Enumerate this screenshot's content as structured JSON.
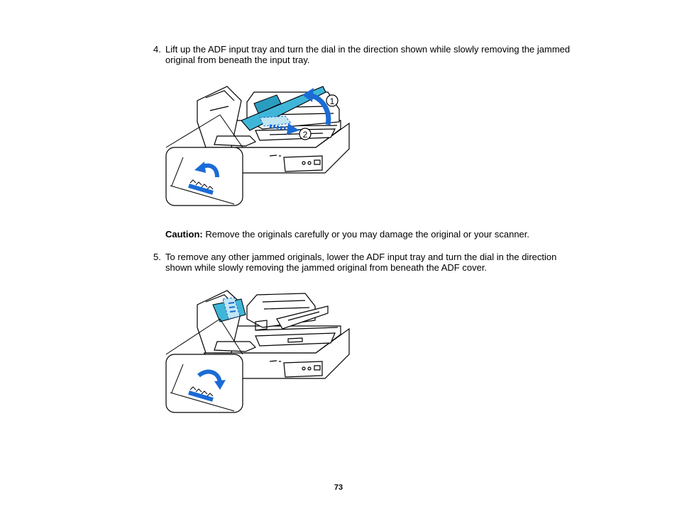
{
  "steps": [
    {
      "number": "4.",
      "text": "Lift up the ADF input tray and turn the dial in the direction shown while slowly removing the jammed original from beneath the input tray."
    },
    {
      "number": "5.",
      "text": "To remove any other jammed originals, lower the ADF input tray and turn the dial in the direction shown while slowly removing the jammed original from beneath the ADF cover."
    }
  ],
  "caution": {
    "label": "Caution:",
    "text": " Remove the originals carefully or you may damage the original or your scanner."
  },
  "figure1": {
    "callout_1": "1",
    "callout_2": "2"
  },
  "colors": {
    "accent_blue": "#1a6bd6",
    "cyan": "#3fb6d8"
  },
  "page_number": "73"
}
